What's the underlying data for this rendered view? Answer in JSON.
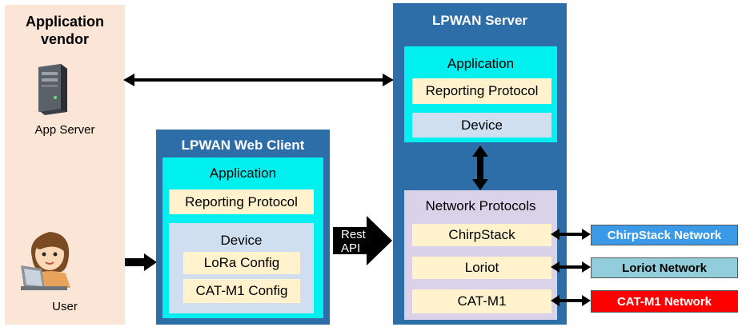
{
  "vendor": {
    "title": "Application vendor",
    "app_server_label": "App Server",
    "user_label": "User"
  },
  "web_client": {
    "title": "LPWAN Web Client",
    "application_label": "Application",
    "reporting_protocol_label": "Reporting Protocol",
    "device_label": "Device",
    "lora_config_label": "LoRa Config",
    "catm1_config_label": "CAT-M1 Config"
  },
  "rest_api": {
    "label_line1": "Rest",
    "label_line2": "API"
  },
  "server": {
    "title": "LPWAN Server",
    "application_label": "Application",
    "reporting_protocol_label": "Reporting Protocol",
    "device_label": "Device",
    "network_protocols_label": "Network Protocols",
    "protocols": [
      "ChirpStack",
      "Loriot",
      "CAT-M1"
    ]
  },
  "networks": [
    {
      "label": "ChirpStack Network",
      "color": "#3a9ae8",
      "text_color": "#ffffff"
    },
    {
      "label": "Loriot Network",
      "color": "#92cddc",
      "text_color": "#000000"
    },
    {
      "label": "CAT-M1 Network",
      "color": "#ff0000",
      "text_color": "#ffffff"
    }
  ],
  "colors": {
    "vendor_bg": "#fbe5d6",
    "panel_blue": "#2e6ea8",
    "cyan": "#00f0f0",
    "cream": "#fff2cc",
    "device_blue": "#cfdff0",
    "lavender": "#d9d2e9"
  }
}
